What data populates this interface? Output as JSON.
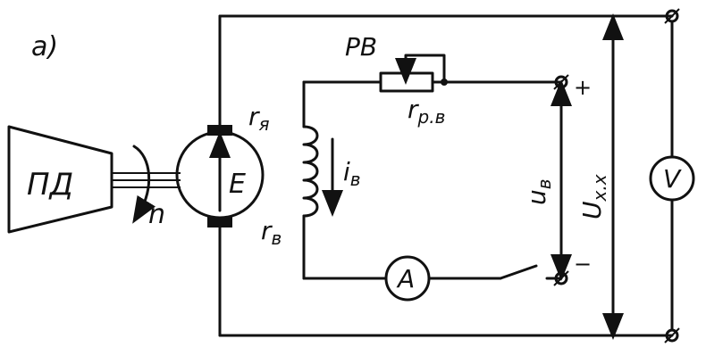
{
  "figure": {
    "panel_label": "a)",
    "prime_mover_label": "ПД",
    "rotation_label": "n",
    "emf_label": "E",
    "armature_resistance_label_base": "r",
    "armature_resistance_label_sub": "я",
    "field_resistance_label_base": "r",
    "field_resistance_label_sub": "в",
    "field_current_label_base": "i",
    "field_current_label_sub": "в",
    "rheostat_label": "РВ",
    "rheostat_resistance_label_base": "r",
    "rheostat_resistance_label_sub": "р.в",
    "field_voltage_label_base": "u",
    "field_voltage_label_sub": "в",
    "no_load_voltage_label_base": "U",
    "no_load_voltage_label_sub": "х.х",
    "voltmeter_label": "V",
    "ammeter_label": "A",
    "plus_sign": "+",
    "minus_sign": "−"
  },
  "colors": {
    "ink": "#111111",
    "background": "#ffffff"
  }
}
